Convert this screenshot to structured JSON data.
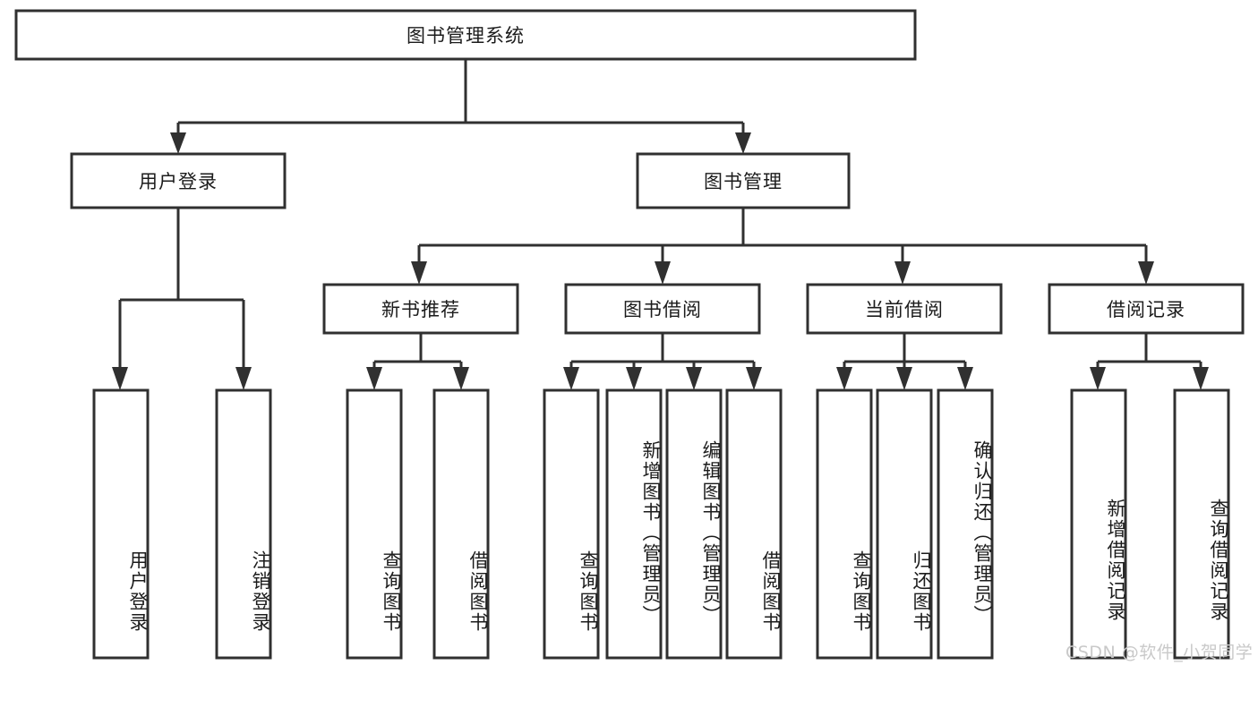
{
  "diagram": {
    "title": "图书管理系统",
    "type": "tree-hierarchy",
    "root": {
      "id": "root",
      "label": "图书管理系统"
    },
    "level2": [
      {
        "id": "user-login",
        "label": "用户登录"
      },
      {
        "id": "book-management",
        "label": "图书管理"
      }
    ],
    "level3": [
      {
        "id": "new-book-recommend",
        "label": "新书推荐",
        "parent": "book-management"
      },
      {
        "id": "book-borrow",
        "label": "图书借阅",
        "parent": "book-management"
      },
      {
        "id": "current-borrow",
        "label": "当前借阅",
        "parent": "book-management"
      },
      {
        "id": "borrow-record",
        "label": "借阅记录",
        "parent": "book-management"
      }
    ],
    "leaves": [
      {
        "id": "leaf-user-login",
        "label": "用户登录",
        "parent": "user-login"
      },
      {
        "id": "leaf-logout-login",
        "label": "注销登录",
        "parent": "user-login"
      },
      {
        "id": "leaf-query-book-1",
        "label": "查询图书",
        "parent": "new-book-recommend"
      },
      {
        "id": "leaf-borrow-book-1",
        "label": "借阅图书",
        "parent": "new-book-recommend"
      },
      {
        "id": "leaf-query-book-2",
        "label": "查询图书",
        "parent": "book-borrow"
      },
      {
        "id": "leaf-add-book",
        "label": "新增图书（管理员）",
        "parent": "book-borrow"
      },
      {
        "id": "leaf-edit-book",
        "label": "编辑图书（管理员）",
        "parent": "book-borrow"
      },
      {
        "id": "leaf-borrow-book-2",
        "label": "借阅图书",
        "parent": "book-borrow"
      },
      {
        "id": "leaf-query-book-3",
        "label": "查询图书",
        "parent": "current-borrow"
      },
      {
        "id": "leaf-return-book",
        "label": "归还图书",
        "parent": "current-borrow"
      },
      {
        "id": "leaf-confirm-return",
        "label": "确认归还（管理员）",
        "parent": "current-borrow"
      },
      {
        "id": "leaf-add-record",
        "label": "新增借阅记录",
        "parent": "borrow-record"
      },
      {
        "id": "leaf-query-record",
        "label": "查询借阅记录",
        "parent": "borrow-record"
      }
    ],
    "colors": {
      "stroke": "#303030",
      "fill": "#ffffff",
      "text": "#1b1b1b",
      "watermark": "#c9c9c9"
    }
  },
  "watermark": {
    "text": "CSDN @软件_小贺同学"
  }
}
